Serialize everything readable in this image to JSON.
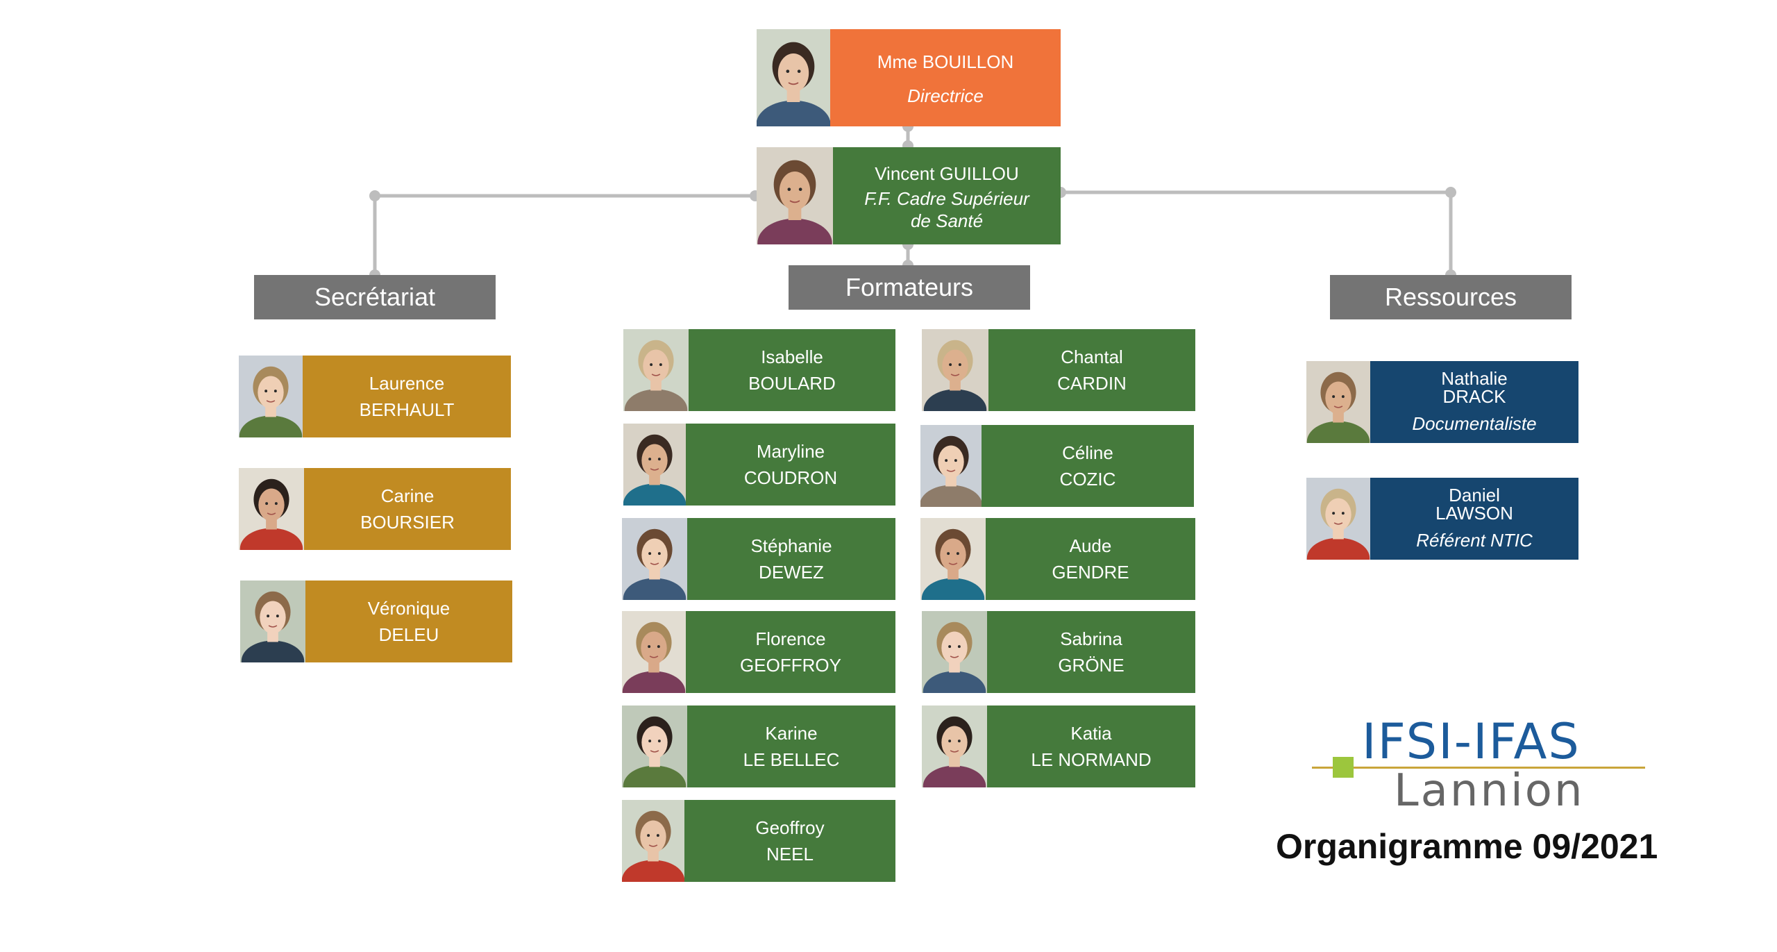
{
  "director": {
    "name": "Mme BOUILLON",
    "title": "Directrice"
  },
  "deputy": {
    "name": "Vincent GUILLOU",
    "title_line1": "F.F. Cadre Supérieur",
    "title_line2": "de Santé"
  },
  "departments": {
    "secretariat": "Secrétariat",
    "formateurs": "Formateurs",
    "ressources": "Ressources"
  },
  "secretariat": [
    {
      "first": "Laurence",
      "last": "BERHAULT"
    },
    {
      "first": "Carine",
      "last": "BOURSIER"
    },
    {
      "first": "Véronique",
      "last": "DELEU"
    }
  ],
  "formateurs_left": [
    {
      "first": "Isabelle",
      "last": "BOULARD"
    },
    {
      "first": "Maryline",
      "last": "COUDRON"
    },
    {
      "first": "Stéphanie",
      "last": "DEWEZ"
    },
    {
      "first": "Florence",
      "last": "GEOFFROY"
    },
    {
      "first": "Karine",
      "last": "LE BELLEC"
    },
    {
      "first": "Geoffroy",
      "last": "NEEL"
    }
  ],
  "formateurs_right": [
    {
      "first": "Chantal",
      "last": "CARDIN"
    },
    {
      "first": "Céline",
      "last": "COZIC"
    },
    {
      "first": "Aude",
      "last": "GENDRE"
    },
    {
      "first": "Sabrina",
      "last": "GRÖNE"
    },
    {
      "first": "Katia",
      "last": "LE NORMAND"
    }
  ],
  "ressources": [
    {
      "first": "Nathalie",
      "last": "DRACK",
      "role": "Documentaliste"
    },
    {
      "first": "Daniel",
      "last": "LAWSON",
      "role": "Référent NTIC"
    }
  ],
  "logo": {
    "line1": "IFSI-IFAS",
    "line2": "Lannion"
  },
  "caption": "Organigramme 09/2021",
  "colors": {
    "director": "#f0733a",
    "formateur": "#457a3c",
    "secretariat": "#c18b22",
    "ressources": "#16466f",
    "department_header": "#747474",
    "connector": "#bdbdbd"
  }
}
